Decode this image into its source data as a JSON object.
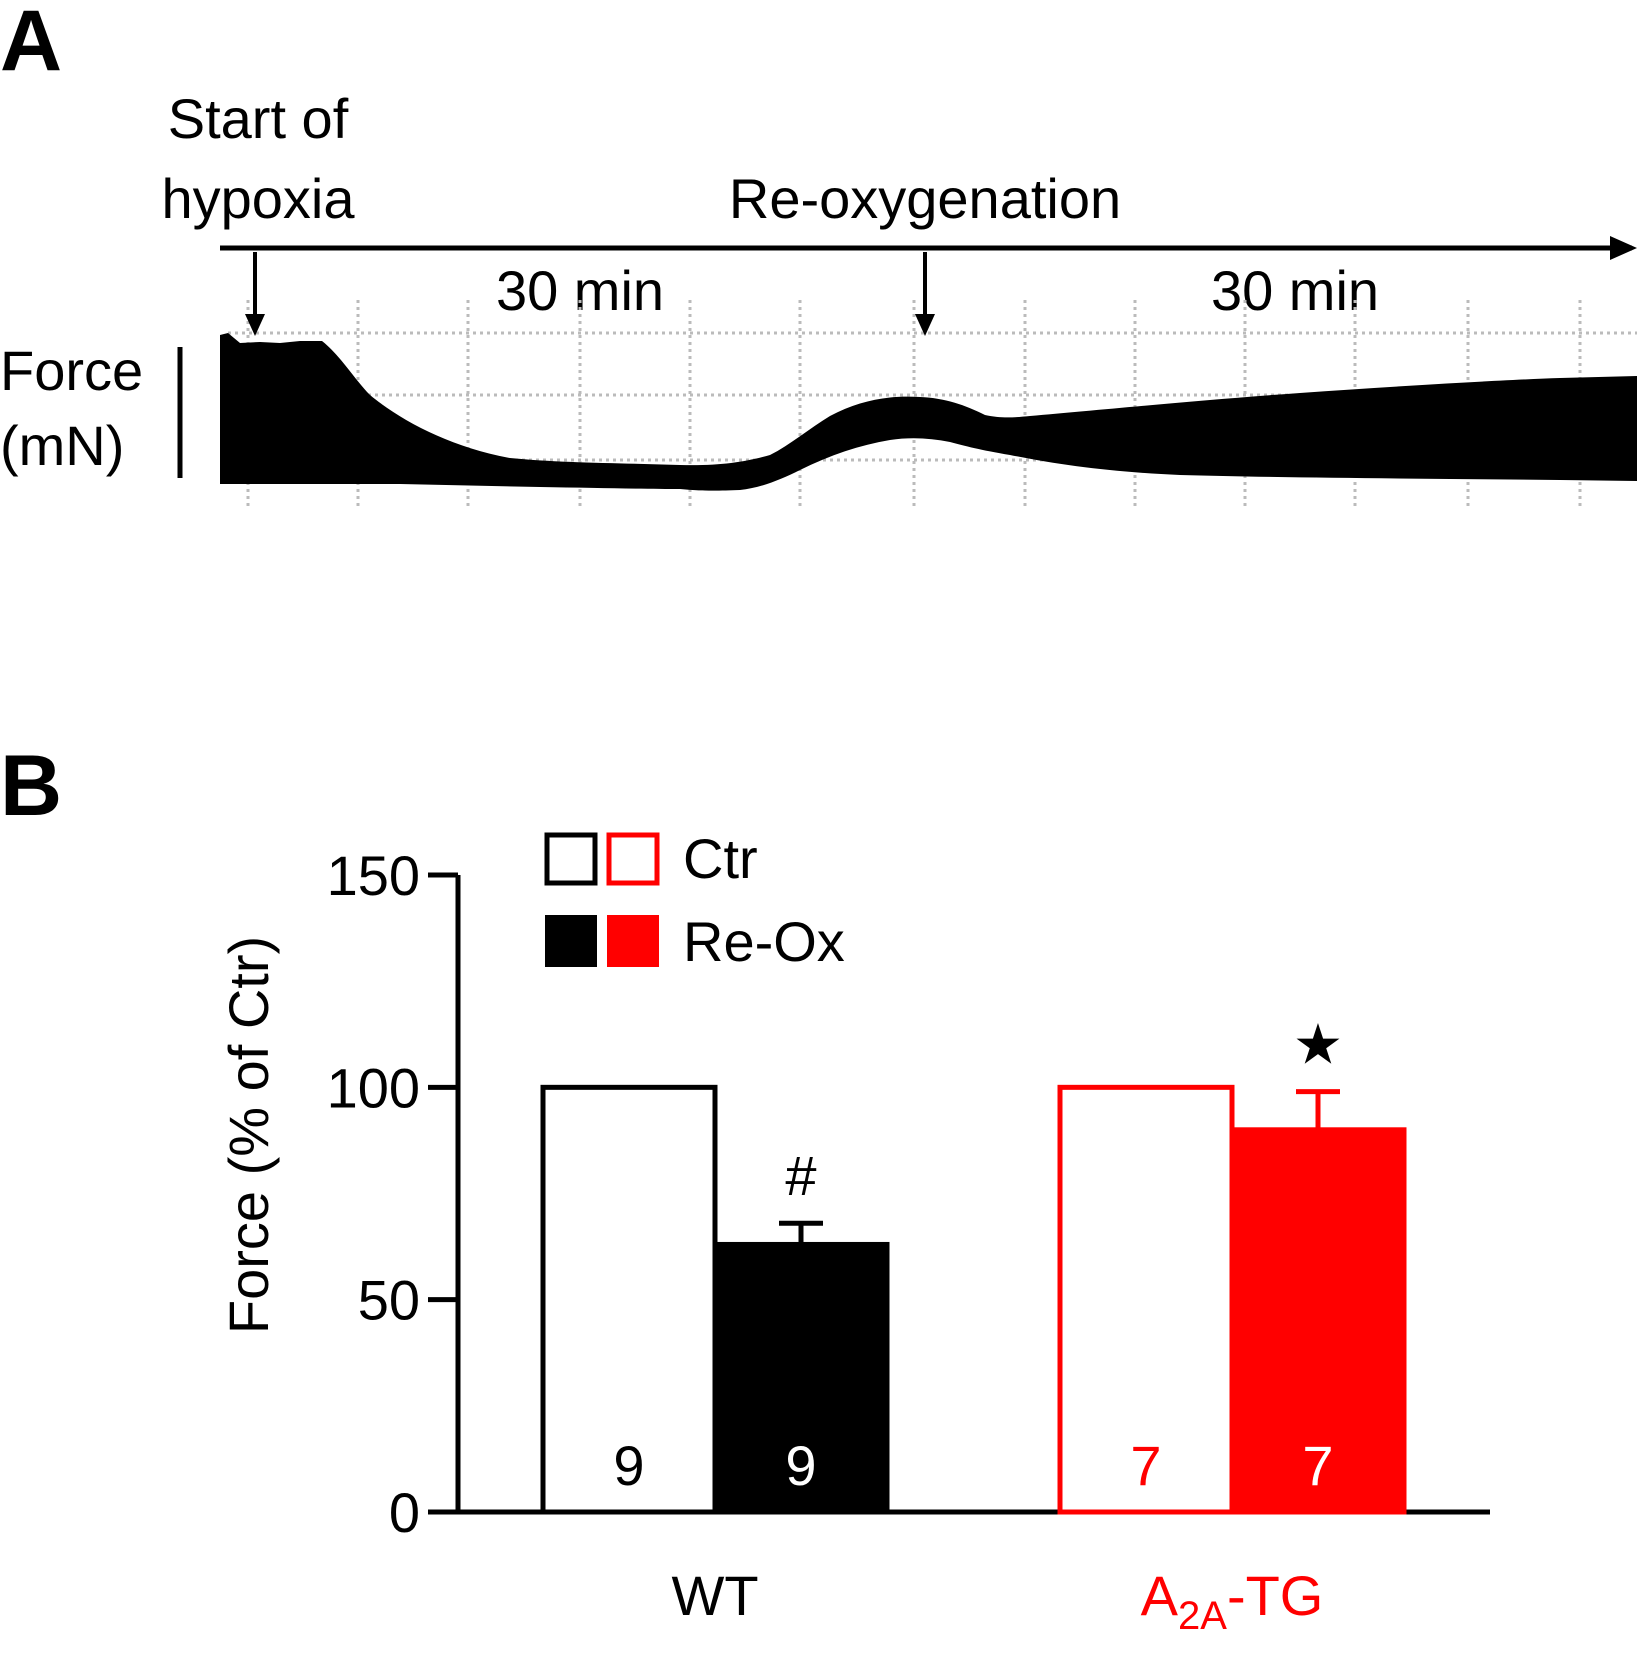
{
  "panel_a": {
    "label": "A",
    "start_label_line1": "Start of",
    "start_label_line2": "hypoxia",
    "reox_label": "Re-oxygenation",
    "interval_1": "30 min",
    "interval_2": "30 min",
    "ylabel_line1": "Force",
    "ylabel_line2": "(mN)"
  },
  "panel_b": {
    "label": "B",
    "legend": {
      "ctr": "Ctr",
      "reox": "Re-Ox"
    }
  },
  "colors": {
    "wt": "#000000",
    "tg": "#ff0000",
    "grid": "#bbbbbb"
  },
  "chart_data": [
    {
      "type": "line",
      "panel": "A",
      "description_free": true,
      "annotations": [
        "Start of hypoxia",
        "Re-oxygenation",
        "30 min",
        "30 min"
      ],
      "xlabel": "",
      "ylabel": "Force (mN)",
      "grid": true
    },
    {
      "type": "bar",
      "panel": "B",
      "categories": [
        "WT",
        "A2A-TG"
      ],
      "category_labels": [
        {
          "main": "WT",
          "sub": ""
        },
        {
          "main": "A",
          "sub": "2A",
          "suffix": "-TG"
        }
      ],
      "series": [
        {
          "name": "Ctr",
          "values": [
            100,
            100
          ],
          "errors": [
            0,
            0
          ],
          "n": [
            "9",
            "7"
          ]
        },
        {
          "name": "Re-Ox",
          "values": [
            63,
            90
          ],
          "errors": [
            5,
            9
          ],
          "n": [
            "9",
            "7"
          ]
        }
      ],
      "ylabel": "Force (% of Ctr)",
      "ylim": [
        0,
        150
      ],
      "yticks": [
        0,
        50,
        100,
        150
      ],
      "significance": [
        {
          "category": 0,
          "series": 1,
          "mark": "#"
        },
        {
          "category": 1,
          "series": 1,
          "mark": "★"
        }
      ],
      "legend_position": "top-left"
    }
  ]
}
